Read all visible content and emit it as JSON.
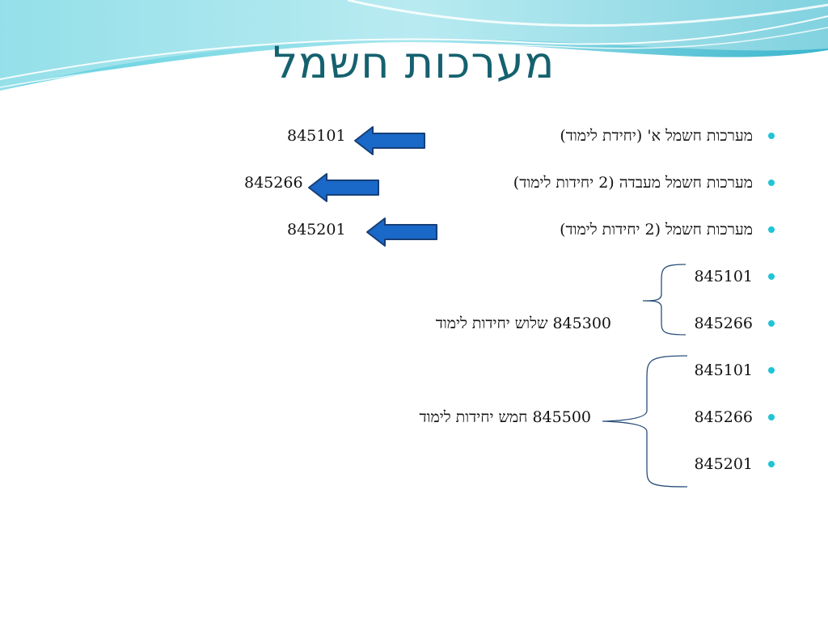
{
  "title": "מערכות חשמל",
  "items": [
    {
      "text": "מערכות חשמל א' (יחידת לימוד)",
      "code": "845101"
    },
    {
      "text": "מערכות חשמל  מעבדה  (2 יחידות לימוד)",
      "code": "845266"
    },
    {
      "text": "מערכות חשמל (2 יחידות לימוד)",
      "code": "845201"
    },
    {
      "text": "845101"
    },
    {
      "text": "845266"
    },
    {
      "text": "845101"
    },
    {
      "text": "845266"
    },
    {
      "text": "845201"
    }
  ],
  "groups": [
    {
      "label": "845300  שלוש יחידות לימוד"
    },
    {
      "label": "845500 חמש יחידות לימוד"
    }
  ],
  "colors": {
    "title": "#15616f",
    "bullet": "#1fc4d6",
    "arrow_fill": "#1a68c8",
    "arrow_stroke": "#163f78",
    "brace": "#2a4f7a"
  },
  "icons": {
    "arrow": "left-arrow-icon",
    "brace": "left-curly-brace-icon",
    "bullet": "round-bullet-icon"
  }
}
